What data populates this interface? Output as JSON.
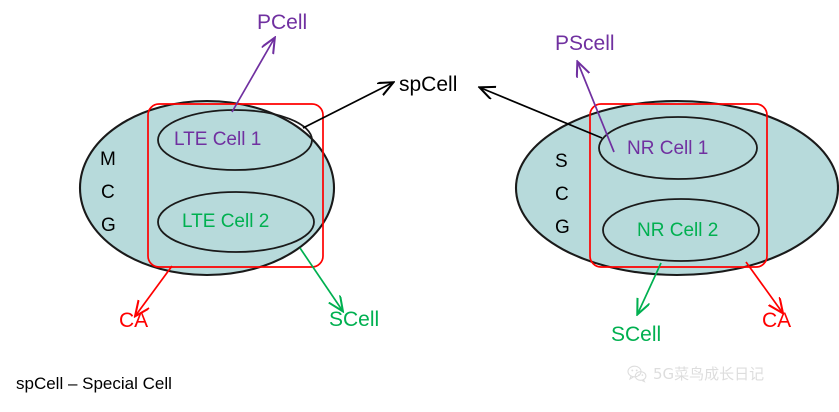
{
  "colors": {
    "ellipse_fill": "#b7dadb",
    "ellipse_stroke": "#1a1a1a",
    "red": "#ff0000",
    "purple": "#7030a0",
    "green": "#00b050",
    "black": "#000000",
    "watermark_gray": "#909090"
  },
  "groups": [
    {
      "id": "mcg",
      "letters": [
        "M",
        "C",
        "G"
      ],
      "cells": [
        {
          "label": "LTE Cell 1",
          "color_role": "purple"
        },
        {
          "label": "LTE Cell 2",
          "color_role": "green"
        }
      ]
    },
    {
      "id": "scg",
      "letters": [
        "S",
        "C",
        "G"
      ],
      "cells": [
        {
          "label": "NR Cell 1",
          "color_role": "purple"
        },
        {
          "label": "NR Cell 2",
          "color_role": "green"
        }
      ]
    }
  ],
  "callouts": {
    "pcell": "PCell",
    "pscell": "PScell",
    "spcell": "spCell",
    "ca_left": "CA",
    "ca_right": "CA",
    "scell_left": "SCell",
    "scell_right": "SCell"
  },
  "caption": "spCell – Special Cell",
  "watermark": {
    "icon": "wechat-icon",
    "text": "5G菜鸟成长日记"
  }
}
